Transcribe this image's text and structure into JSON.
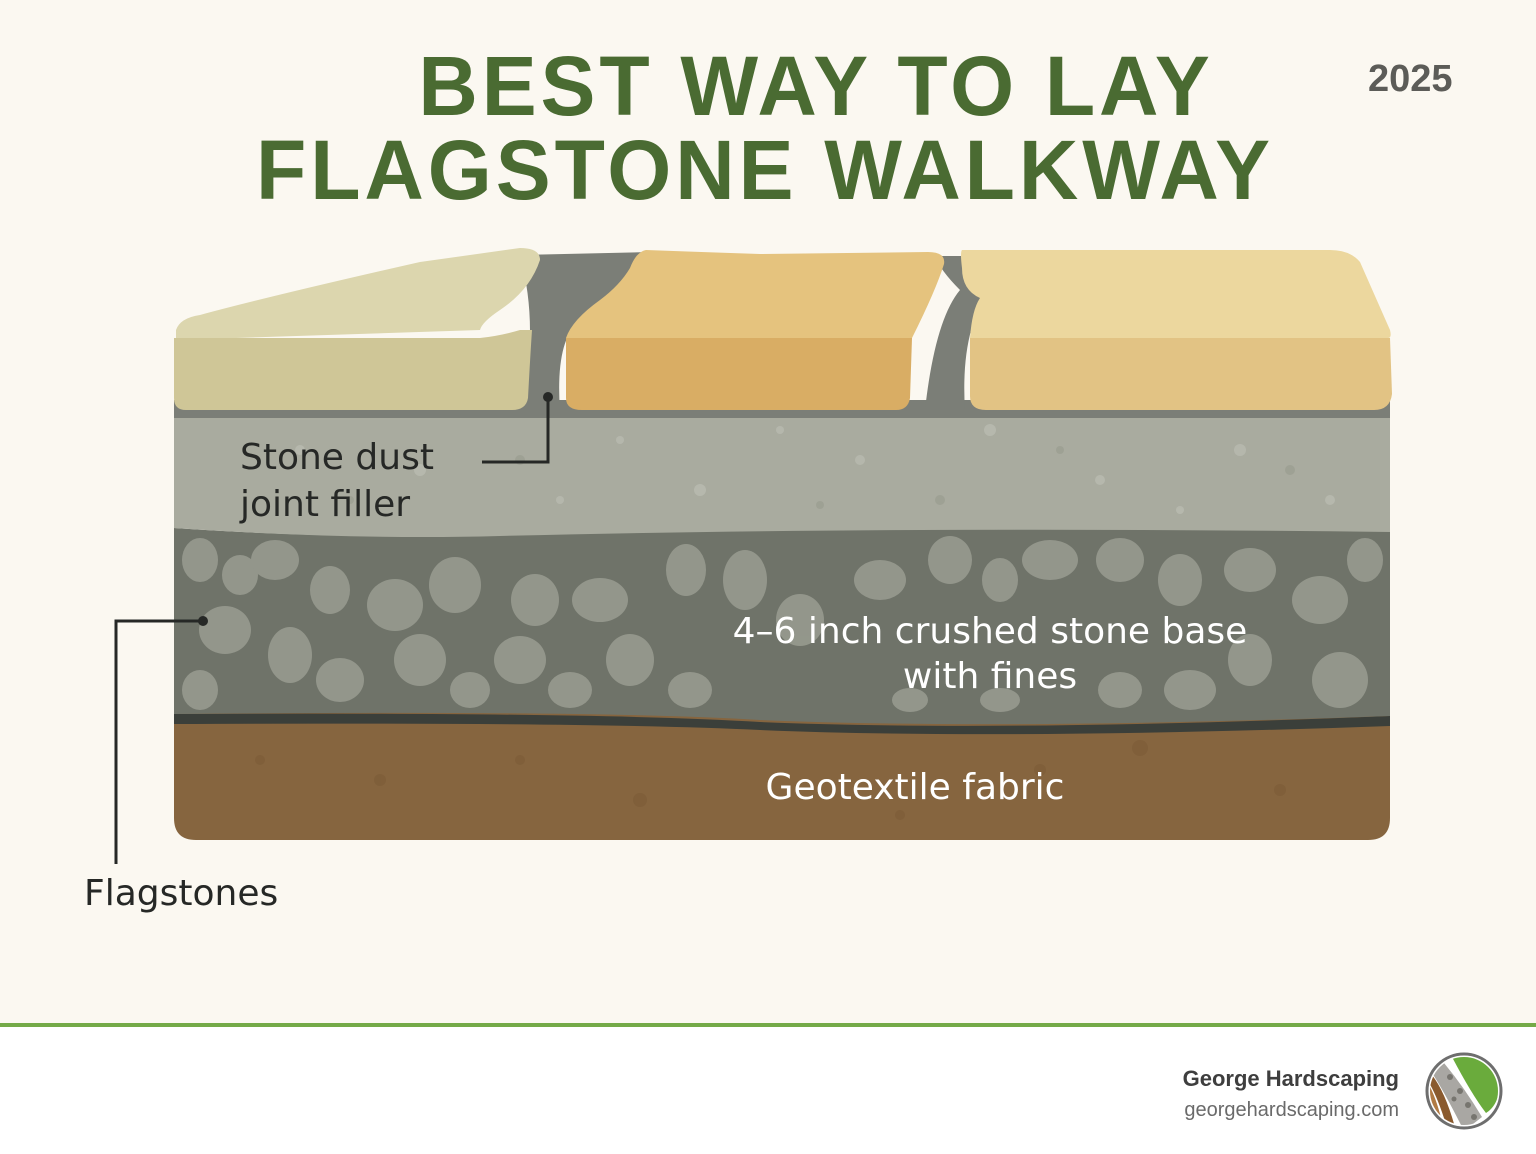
{
  "header": {
    "title_line1": "BEST WAY TO LAY",
    "title_line2": "FLAGSTONE WALKWAY",
    "year": "2025",
    "title_color": "#4a6b32"
  },
  "diagram": {
    "type": "cross-section",
    "layers": [
      {
        "id": "flagstones",
        "label": "Flagstones",
        "colors": [
          "#d7d1a4",
          "#e0bb74",
          "#e6cf90"
        ]
      },
      {
        "id": "joint-filler",
        "label": "Stone dust joint filler",
        "color": "#a9ab9f"
      },
      {
        "id": "base",
        "label": "4–6 inch crushed stone base with fines",
        "color": "#6f7369"
      },
      {
        "id": "fabric",
        "label": "Geotextile fabric",
        "color": "#86653f"
      }
    ],
    "labels": {
      "stone_dust_line1": "Stone dust",
      "stone_dust_line2": "joint filler",
      "base_line1": "4–6 inch crushed stone base",
      "base_line2": "with fines",
      "fabric": "Geotextile fabric",
      "flagstones": "Flagstones"
    }
  },
  "footer": {
    "brand_name": "George Hardscaping",
    "brand_url": "georgehardscaping.com",
    "accent_color": "#74aa48",
    "logo_icon": "leaf-stone-soil-logo-icon"
  }
}
